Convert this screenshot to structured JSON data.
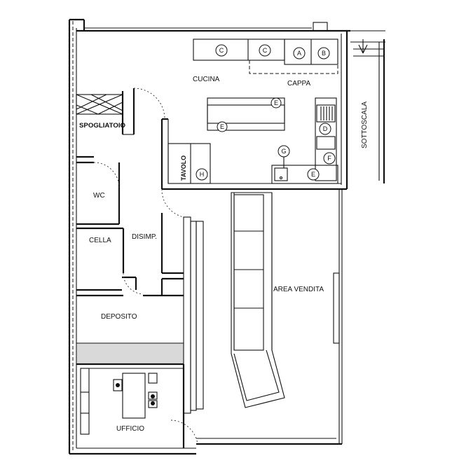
{
  "rooms": {
    "cucina": "CUCINA",
    "cappa": "CAPPA",
    "sottoscala": "SOTTOSCALA",
    "spogliatoio": "SPOGLIATOIO",
    "tavolo": "TAVOLO",
    "wc": "WC",
    "cella": "CELLA",
    "disimp": "DISIMP.",
    "area_vendita": "AREA VENDITA",
    "deposito": "DEPOSITO",
    "ufficio": "UFFICIO"
  },
  "equipment_markers": {
    "c1": "C",
    "c2": "C",
    "a": "A",
    "b": "B",
    "e_island_top": "E",
    "e_island_bottom": "E",
    "d": "D",
    "f": "F",
    "g": "G",
    "e_right": "E",
    "h": "H"
  }
}
